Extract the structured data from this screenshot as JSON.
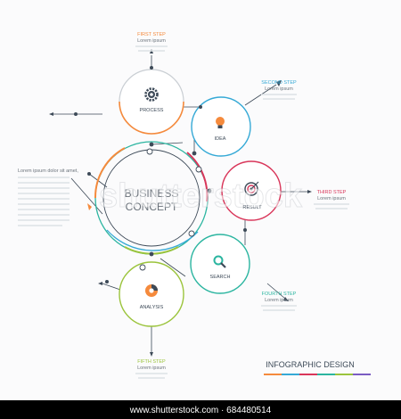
{
  "center": {
    "title_line1": "BUSINESS",
    "title_line2": "CONCEPT"
  },
  "intro": {
    "heading": "Lorem ipsum dolor sit amet,"
  },
  "steps": [
    {
      "step": "FIRST STEP",
      "text": "Lorem ipsum",
      "node_label": "PROCESS",
      "icon": "gear-icon",
      "color": "#f58a3c"
    },
    {
      "step": "SECOND STEP",
      "text": "Lorem ipsum",
      "node_label": "IDEA",
      "icon": "lightbulb-icon",
      "color": "#35a9d6"
    },
    {
      "step": "THIRD STEP",
      "text": "Lorem ipsum",
      "node_label": "RESULT",
      "icon": "target-icon",
      "color": "#d9365a"
    },
    {
      "step": "FOURTH STEP",
      "text": "Lorem ipsum",
      "node_label": "SEARCH",
      "icon": "search-icon",
      "color": "#2bb5a0"
    },
    {
      "step": "FIFTH STEP",
      "text": "Lorem ipsum",
      "node_label": "ANALYSIS",
      "icon": "pie-chart-icon",
      "color": "#9bc43c"
    }
  ],
  "footer": {
    "title": "INFOGRAPHIC DESIGN",
    "bar_colors": [
      "#f58a3c",
      "#35a9d6",
      "#d9365a",
      "#2bb5a0",
      "#9bc43c",
      "#7a5cc2"
    ]
  },
  "watermark": {
    "big": "shutterstock",
    "id": "www.shutterstock.com · 684480514"
  },
  "colors": {
    "line": "#3d4a58",
    "muted": "#c9ced3",
    "text": "#6b737b"
  }
}
